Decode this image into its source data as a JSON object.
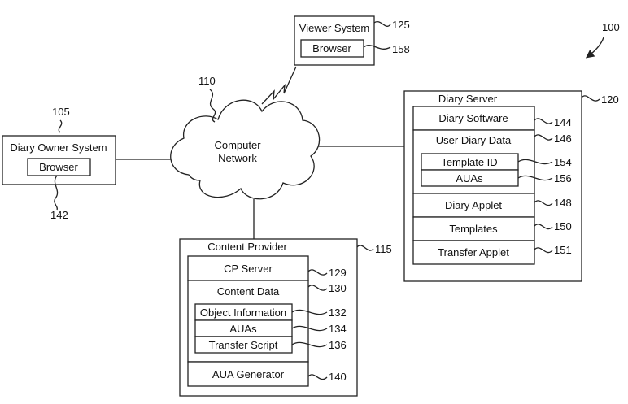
{
  "ref_main": "100",
  "network": {
    "label_line1": "Computer",
    "label_line2": "Network",
    "ref": "110"
  },
  "owner": {
    "title": "Diary Owner System",
    "ref": "105",
    "browser": "Browser",
    "browser_ref": "142"
  },
  "viewer": {
    "title": "Viewer System",
    "ref": "125",
    "browser": "Browser",
    "browser_ref": "158"
  },
  "server": {
    "title": "Diary Server",
    "ref": "120",
    "software": "Diary Software",
    "software_ref": "144",
    "user_data": "User Diary Data",
    "user_data_ref": "146",
    "template_id": "Template ID",
    "template_id_ref": "154",
    "auas": "AUAs",
    "auas_ref": "156",
    "applet": "Diary Applet",
    "applet_ref": "148",
    "templates": "Templates",
    "templates_ref": "150",
    "transfer_applet": "Transfer Applet",
    "transfer_applet_ref": "151"
  },
  "provider": {
    "title": "Content Provider",
    "ref": "115",
    "cp_server": "CP Server",
    "cp_server_ref": "129",
    "content_data": "Content Data",
    "content_data_ref": "130",
    "object_info": "Object Information",
    "object_info_ref": "132",
    "auas": "AUAs",
    "auas_ref": "134",
    "transfer_script": "Transfer Script",
    "transfer_script_ref": "136",
    "aua_generator": "AUA Generator",
    "aua_generator_ref": "140"
  }
}
